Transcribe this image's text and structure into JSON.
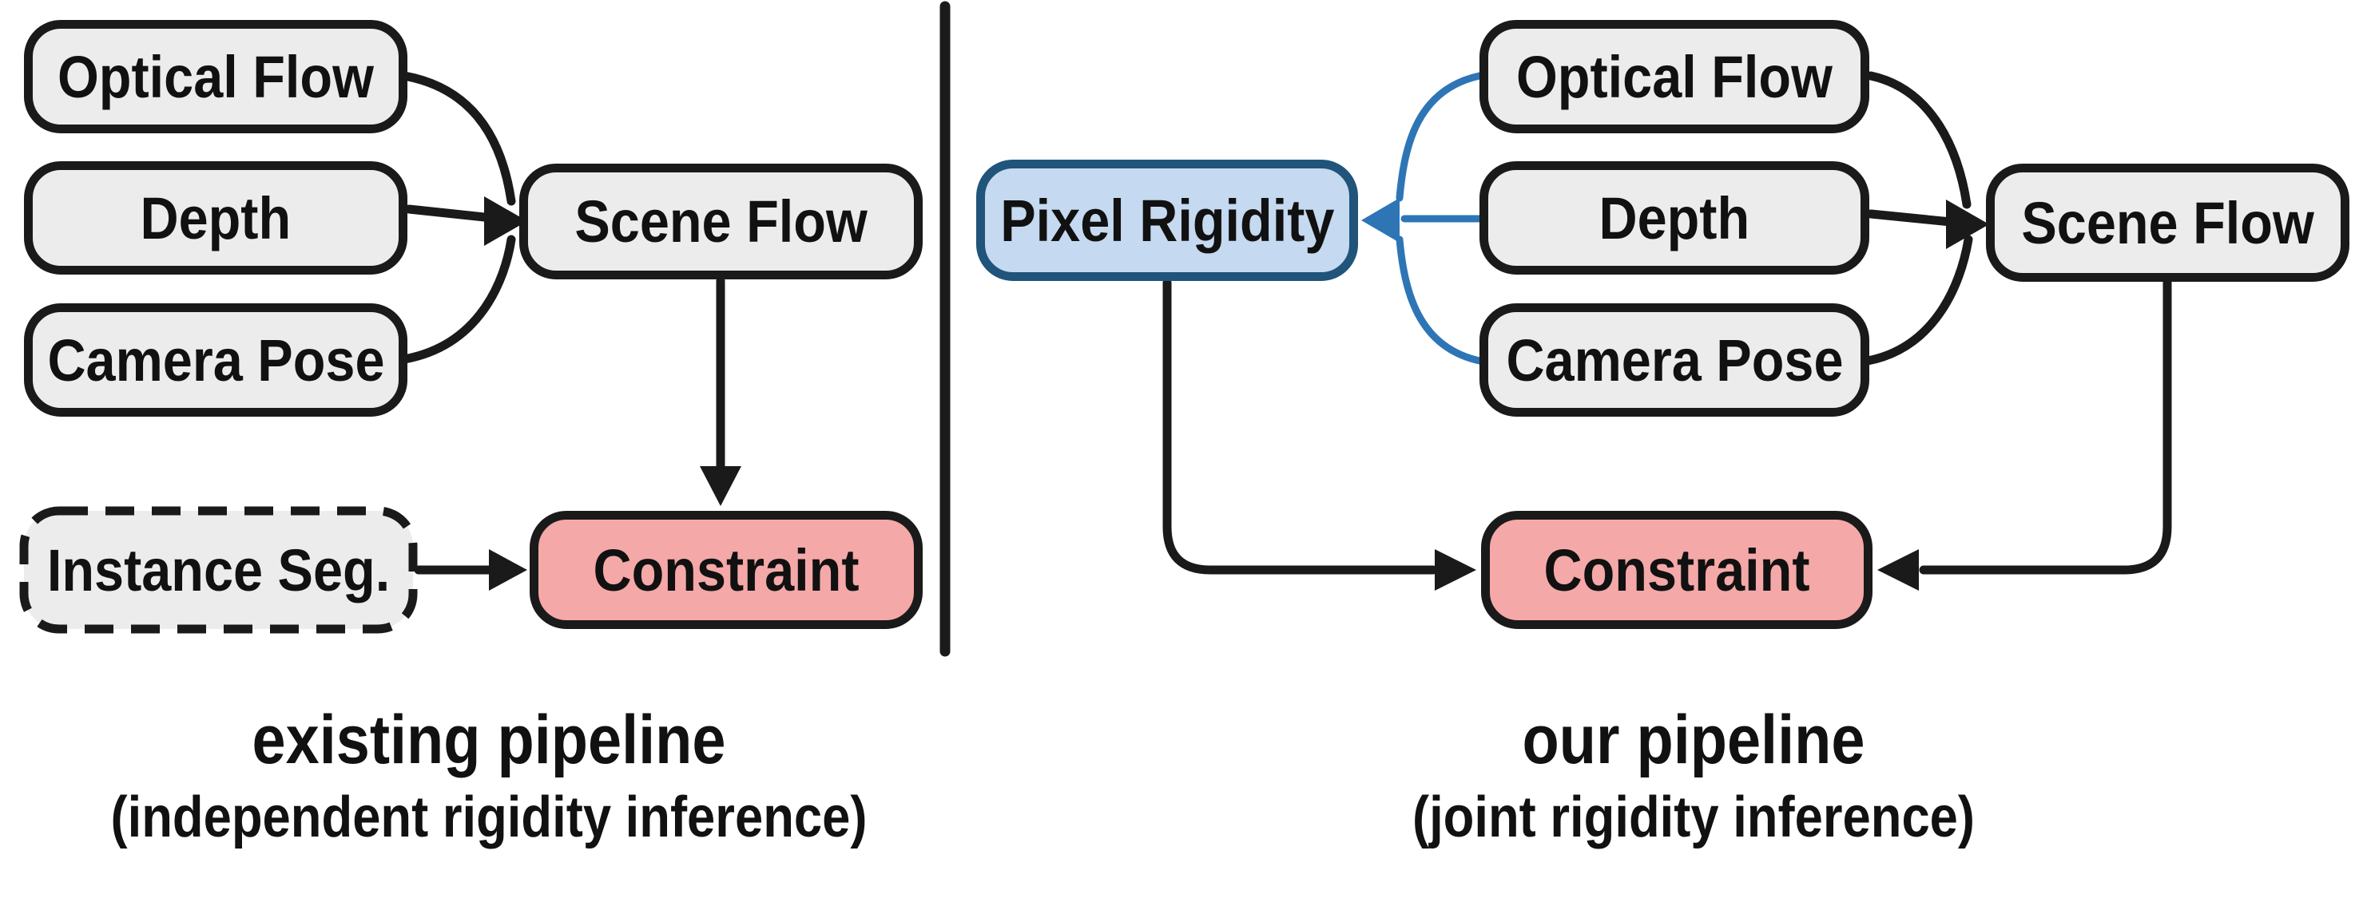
{
  "left_pipeline": {
    "title": "existing pipeline",
    "subtitle": "(independent rigidity inference)",
    "nodes": {
      "optical_flow": "Optical Flow",
      "depth": "Depth",
      "camera_pose": "Camera Pose",
      "scene_flow": "Scene Flow",
      "instance_seg": "Instance Seg.",
      "constraint": "Constraint"
    },
    "edges": [
      {
        "from": "Optical Flow",
        "to": "Scene Flow",
        "color": "black"
      },
      {
        "from": "Depth",
        "to": "Scene Flow",
        "color": "black"
      },
      {
        "from": "Camera Pose",
        "to": "Scene Flow",
        "color": "black"
      },
      {
        "from": "Scene Flow",
        "to": "Constraint",
        "color": "black"
      },
      {
        "from": "Instance Seg.",
        "to": "Constraint",
        "color": "black"
      }
    ]
  },
  "right_pipeline": {
    "title": "our pipeline",
    "subtitle": "(joint rigidity inference)",
    "nodes": {
      "pixel_rigidity": "Pixel Rigidity",
      "optical_flow": "Optical Flow",
      "depth": "Depth",
      "camera_pose": "Camera Pose",
      "scene_flow": "Scene Flow",
      "constraint": "Constraint"
    },
    "edges": [
      {
        "from": "Optical Flow",
        "to": "Pixel Rigidity",
        "color": "blue"
      },
      {
        "from": "Depth",
        "to": "Pixel Rigidity",
        "color": "blue"
      },
      {
        "from": "Camera Pose",
        "to": "Pixel Rigidity",
        "color": "blue"
      },
      {
        "from": "Optical Flow",
        "to": "Scene Flow",
        "color": "black"
      },
      {
        "from": "Depth",
        "to": "Scene Flow",
        "color": "black"
      },
      {
        "from": "Camera Pose",
        "to": "Scene Flow",
        "color": "black"
      },
      {
        "from": "Pixel Rigidity",
        "to": "Constraint",
        "color": "black"
      },
      {
        "from": "Scene Flow",
        "to": "Constraint",
        "color": "black"
      }
    ]
  },
  "colors": {
    "node_fill_gray": "#ececec",
    "node_border_black": "#1a1a1a",
    "constraint_fill_pink": "#f5a8a8",
    "rigidity_fill_blue": "#c5d9f0",
    "rigidity_border_blue": "#20547a",
    "arrow_black": "#1a1a1a",
    "arrow_blue": "#2e75b6",
    "text_color": "#111111",
    "background": "#ffffff"
  }
}
